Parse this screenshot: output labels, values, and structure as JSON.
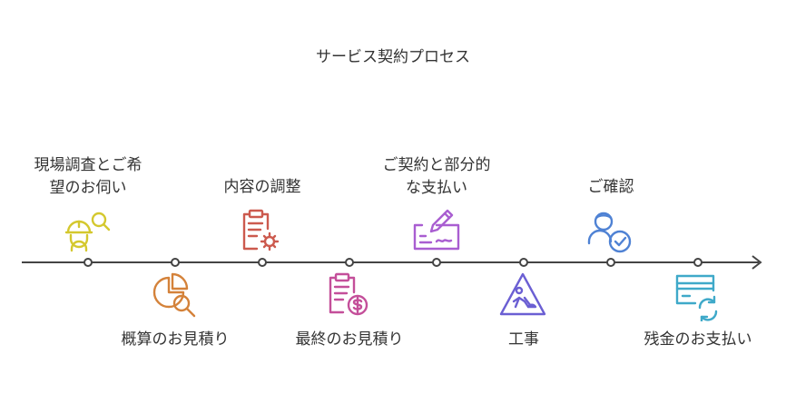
{
  "title": "サービス契約プロセス",
  "steps": [
    {
      "label": "現場調査とご希\n望のお伺い",
      "icon": "site-survey-icon",
      "color": "#d4c82e"
    },
    {
      "label": "概算のお見積り",
      "icon": "estimate-chart-icon",
      "color": "#d4823a"
    },
    {
      "label": "内容の調整",
      "icon": "clipboard-gear-icon",
      "color": "#cc5a4e"
    },
    {
      "label": "最終のお見積り",
      "icon": "clipboard-dollar-icon",
      "color": "#c44f9a"
    },
    {
      "label": "ご契約と部分的\nな支払い",
      "icon": "contract-sign-icon",
      "color": "#a95ed1"
    },
    {
      "label": "工事",
      "icon": "construction-sign-icon",
      "color": "#6b5fd3"
    },
    {
      "label": "ご確認",
      "icon": "user-check-icon",
      "color": "#4f82d4"
    },
    {
      "label": "残金のお支払い",
      "icon": "card-refresh-icon",
      "color": "#3fa9c9"
    }
  ]
}
